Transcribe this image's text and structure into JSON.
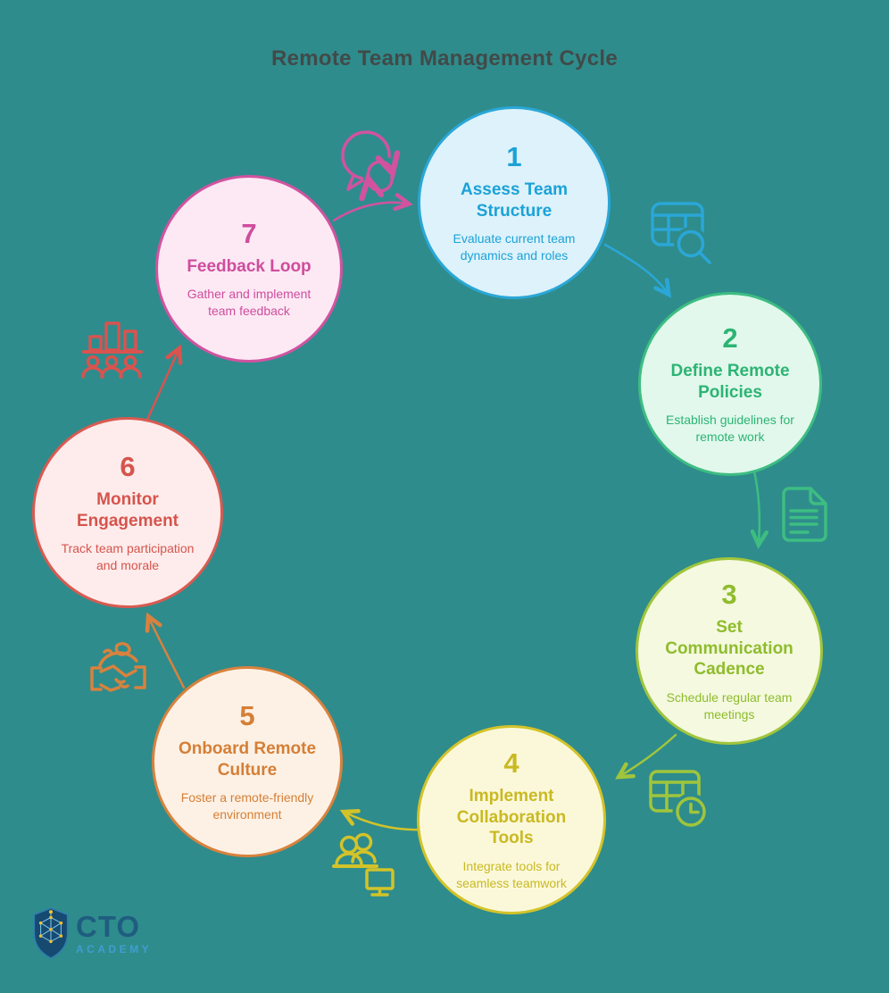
{
  "title": "Remote Team Management Cycle",
  "colors": {
    "background": "#2f8c8c",
    "title_text": "#414a49"
  },
  "nodes": [
    {
      "number": "1",
      "title": "Assess Team Structure",
      "description": "Evaluate current team dynamics and roles",
      "color": "#2aa7d7",
      "fill": "#ddf2fa"
    },
    {
      "number": "2",
      "title": "Define Remote Policies",
      "description": "Establish guidelines for remote work",
      "color": "#3dbd82",
      "fill": "#e2f8ec"
    },
    {
      "number": "3",
      "title": "Set Communication Cadence",
      "description": "Schedule regular team meetings",
      "color": "#a0c53c",
      "fill": "#f4f9df"
    },
    {
      "number": "4",
      "title": "Implement Collaboration Tools",
      "description": "Integrate tools for seamless teamwork",
      "color": "#d3c329",
      "fill": "#fbf8da"
    },
    {
      "number": "5",
      "title": "Onboard Remote Culture",
      "description": "Foster a remote-friendly environment",
      "color": "#d8823d",
      "fill": "#fdf1e5"
    },
    {
      "number": "6",
      "title": "Monitor Engagement",
      "description": "Track team participation and morale",
      "color": "#d95a52",
      "fill": "#fdeceb"
    },
    {
      "number": "7",
      "title": "Feedback Loop",
      "description": "Gather and implement team feedback",
      "color": "#d153a0",
      "fill": "#fce9f4"
    }
  ],
  "connector_icons": [
    {
      "name": "chat-sync-icon",
      "color": "#d153a0"
    },
    {
      "name": "table-search-icon",
      "color": "#2aa7d7"
    },
    {
      "name": "document-icon",
      "color": "#3dbd82"
    },
    {
      "name": "calendar-clock-icon",
      "color": "#a0c53c"
    },
    {
      "name": "team-monitor-icon",
      "color": "#d3c329"
    },
    {
      "name": "handshake-icon",
      "color": "#d8823d"
    },
    {
      "name": "team-chart-icon",
      "color": "#d9534f"
    }
  ],
  "logo": {
    "brand": "CTO",
    "subtitle": "ACADEMY"
  }
}
